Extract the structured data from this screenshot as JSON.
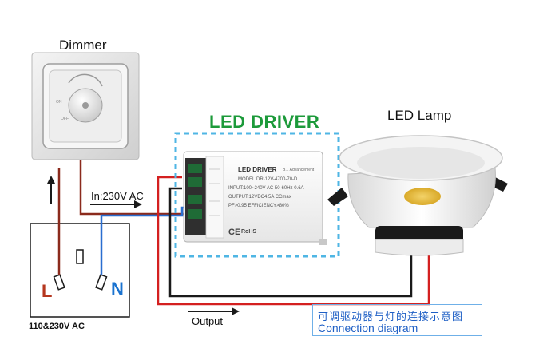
{
  "labels": {
    "dimmer": "Dimmer",
    "led_driver": "LED DRIVER",
    "led_lamp": "LED Lamp",
    "input": "In:230V AC",
    "line": "L",
    "neutral": "N",
    "supply": "110&230V AC",
    "output": "Output"
  },
  "driver_label": {
    "title": "LED DRIVER",
    "brand": "B... Advancement",
    "model": "MODEL:DR-12V-4700-70-D",
    "input": "INPUT:100~240V AC 50-60Hz 0.6A",
    "output": "OUTPUT:12VDC4.5A CCmax",
    "pf": "PF>0.95 EFFICIENCY>80%",
    "ce": "CE",
    "rohs": "RoHS"
  },
  "caption": {
    "chinese": "可调驱动器与灯的连接示意图",
    "english": "Connection diagram"
  },
  "colors": {
    "live_wire": "#8b2a1c",
    "neutral_wire": "#2a6ed0",
    "output_wire": "#1a1a1a",
    "positive_wire": "#d42020",
    "driver_title": "#1c9a3a",
    "caption_text": "#1e5fc5"
  }
}
